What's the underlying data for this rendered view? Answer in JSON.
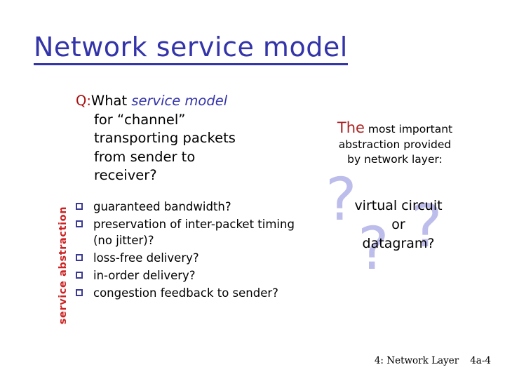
{
  "slide": {
    "title": "Network service model",
    "question": {
      "label": "Q:",
      "line1_plain": "What ",
      "line1_emphasis": "service model",
      "line2": "for “channel”",
      "line3": "transporting packets",
      "line4": "from sender to",
      "line5": "receiver?"
    },
    "vertical_label": "service abstraction",
    "bullets": [
      "guaranteed bandwidth?",
      "preservation of inter-packet timing (no jitter)?",
      "loss-free delivery?",
      "in-order delivery?",
      "congestion feedback to sender?"
    ],
    "abstraction_note": {
      "the_word": "The",
      "rest_line1": " most important",
      "line2": "abstraction provided",
      "line3": "by network layer:"
    },
    "choice": {
      "option1": "virtual circuit",
      "conjunction": "or",
      "option2": "datagram?",
      "decoration_glyph": "?"
    },
    "footer": {
      "chapter": "4: Network Layer",
      "page": "4a-4"
    },
    "colors": {
      "title_blue": "#3333AA",
      "accent_red": "#AA1111",
      "vertical_label_red": "#CC2222",
      "bullet_marker": "#3A3A94",
      "qmark_lavender": "#BDBDEB",
      "body_black": "#000000",
      "background": "#FFFFFF"
    }
  }
}
